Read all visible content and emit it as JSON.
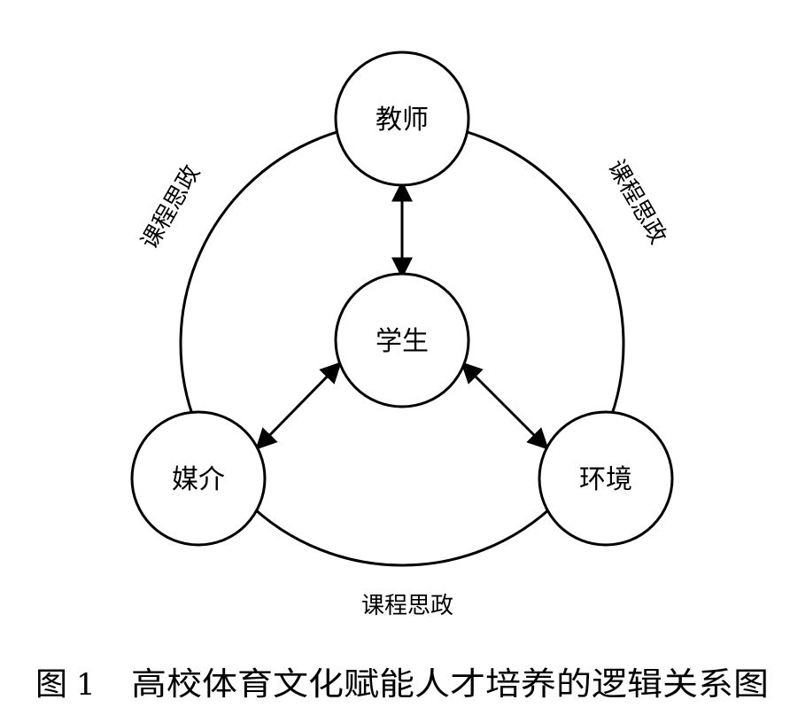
{
  "nodes": {
    "teacher": "教师",
    "student": "学生",
    "media": "媒介",
    "environment": "环境"
  },
  "edge_labels": {
    "left": "课程思政",
    "right": "课程思政",
    "bottom": "课程思政"
  },
  "caption": {
    "figure_label": "图",
    "figure_number": "1",
    "title": "高校体育文化赋能人才培养的逻辑关系图"
  }
}
